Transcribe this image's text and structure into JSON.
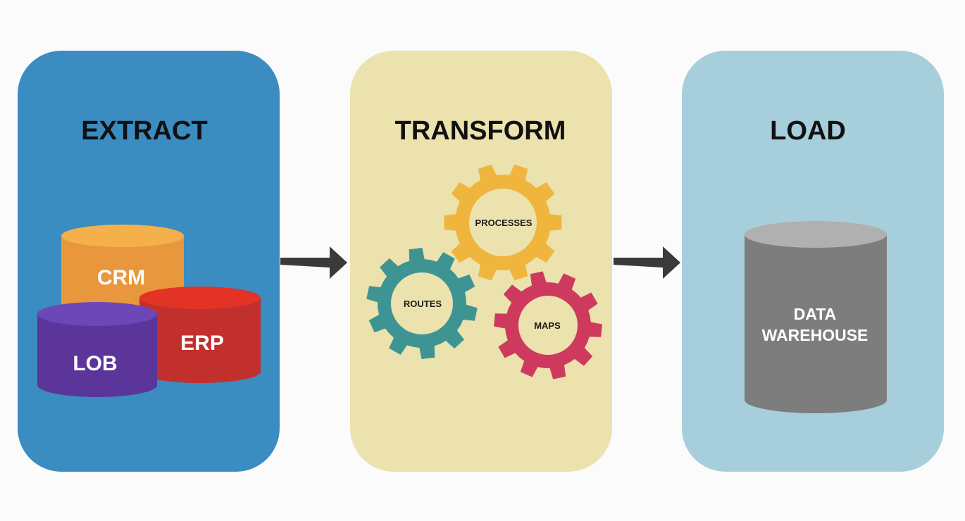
{
  "extract": {
    "title": "EXTRACT",
    "color": "#3a8cc1",
    "sources": [
      {
        "label": "CRM",
        "color": "#e8973c"
      },
      {
        "label": "ERP",
        "color": "#c2302e"
      },
      {
        "label": "LOB",
        "color": "#5b3599"
      }
    ]
  },
  "transform": {
    "title": "TRANSFORM",
    "color": "#ebe2ad",
    "gears": [
      {
        "label": "PROCESSES",
        "color": "#f0b53c"
      },
      {
        "label": "ROUTES",
        "color": "#3e9493"
      },
      {
        "label": "MAPS",
        "color": "#cd3a5e"
      }
    ]
  },
  "load": {
    "title": "LOAD",
    "color": "#a7cedb",
    "target": {
      "line1": "DATA",
      "line2": "WAREHOUSE",
      "color": "#7d7d7d"
    }
  },
  "arrow_color": "#3a3a3a"
}
